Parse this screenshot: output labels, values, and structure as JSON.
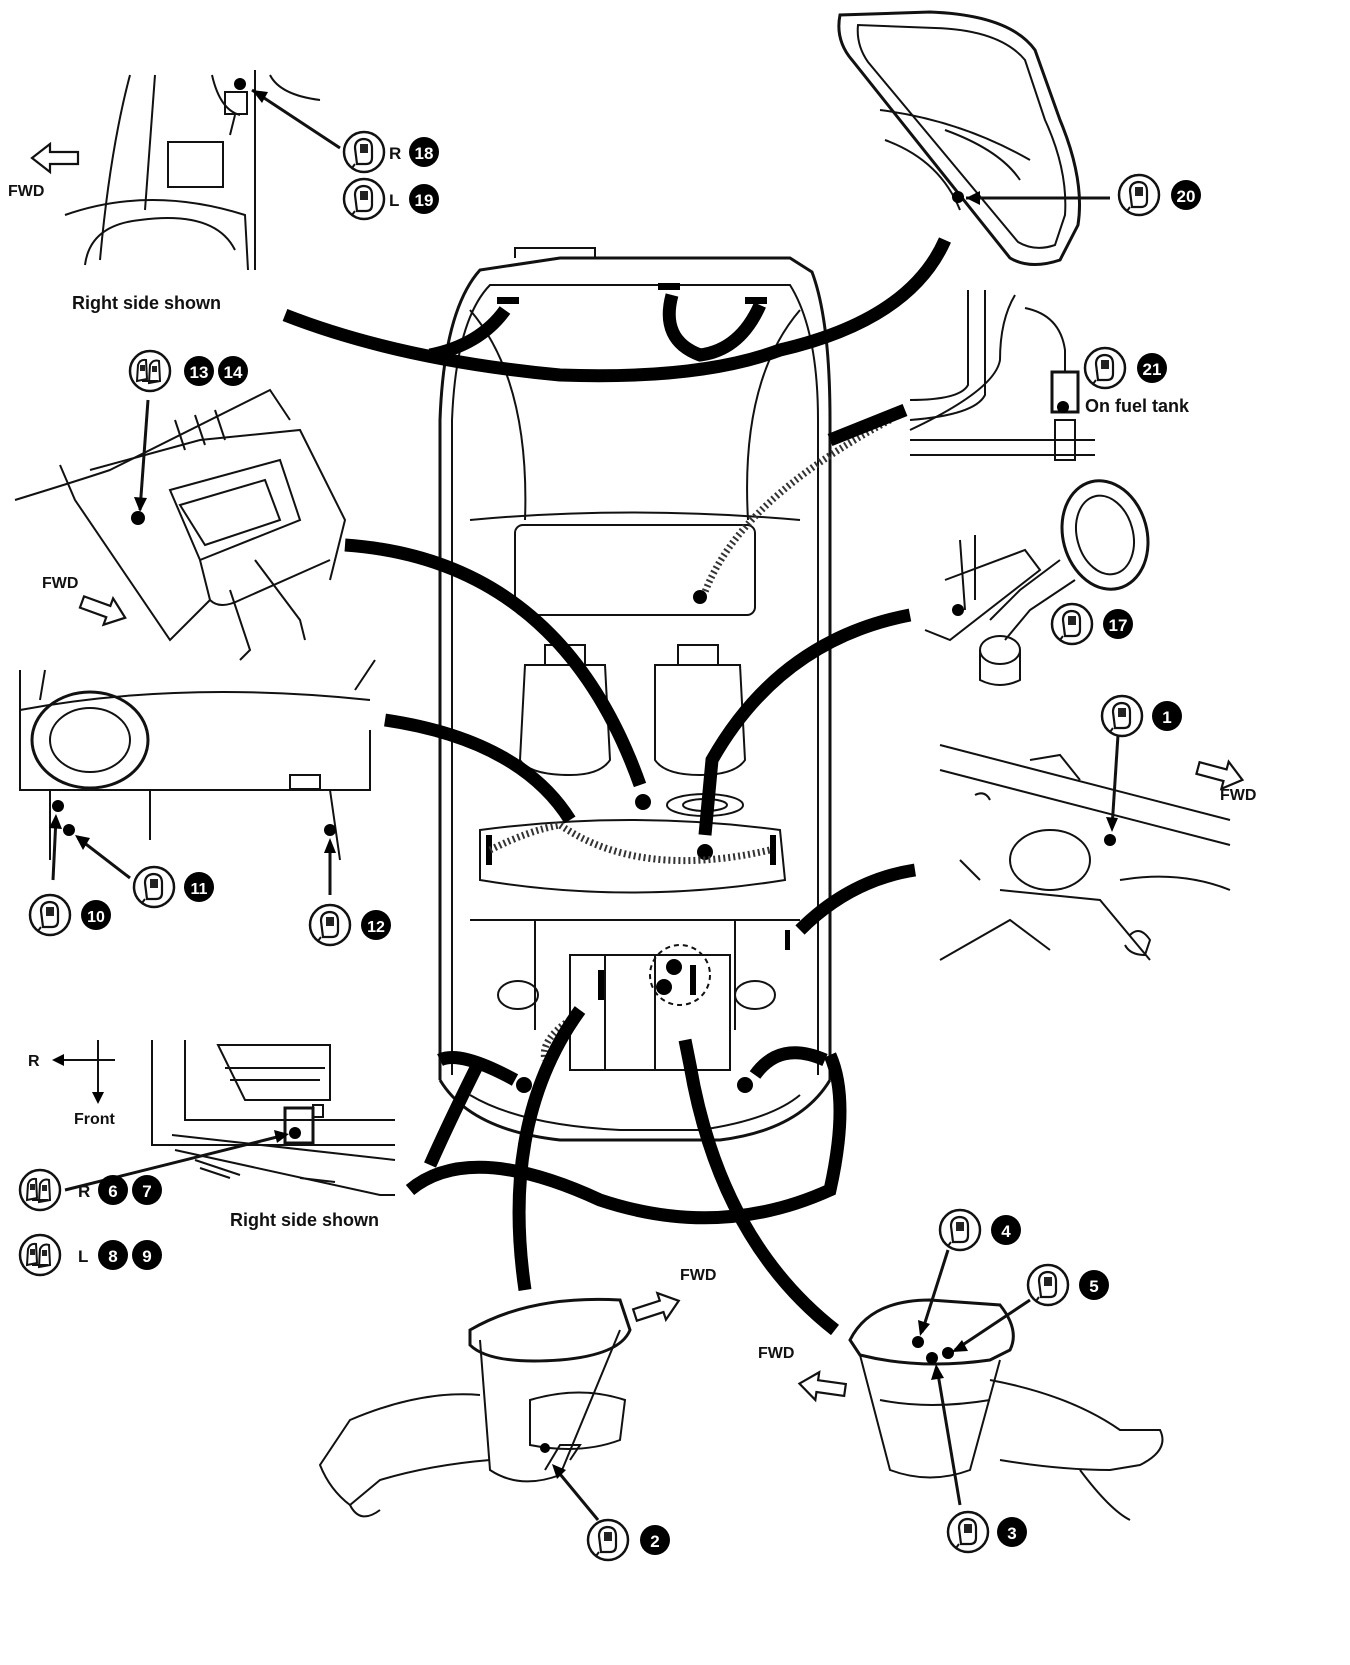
{
  "labels": {
    "fwd": "FWD",
    "right_side_shown": "Right side shown",
    "on_fuel_tank": "On fuel tank",
    "r": "R",
    "l": "L",
    "front": "Front"
  },
  "connector_numbers": {
    "n1": "1",
    "n2": "2",
    "n3": "3",
    "n4": "4",
    "n5": "5",
    "n6": "6",
    "n7": "7",
    "n8": "8",
    "n9": "9",
    "n10": "10",
    "n11": "11",
    "n12": "12",
    "n13": "13",
    "n14": "14",
    "n17": "17",
    "n18": "18",
    "n19": "19",
    "n20": "20",
    "n21": "21"
  },
  "icons": {
    "single_connector": "single-connector-icon",
    "double_connector": "double-connector-icon"
  },
  "colors": {
    "line": "#000000",
    "background": "#ffffff"
  }
}
